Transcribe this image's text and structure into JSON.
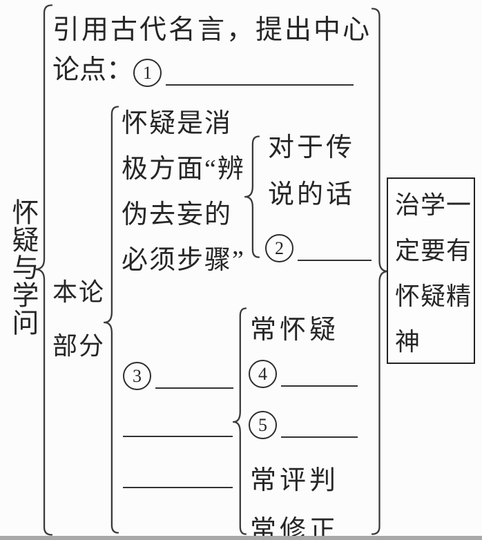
{
  "colors": {
    "paper": "#fcfcfc",
    "ink": "#262626",
    "line": "#3a3a3a",
    "scan_edge": "#a8a8a8"
  },
  "root_label": "怀疑与学问",
  "intro": {
    "line1": "引用古代名言，提出中心",
    "line2_prefix": "论点：",
    "num": "1"
  },
  "body": {
    "label": "本论\n部分",
    "negative": {
      "parent": "怀疑是消\n极方面“辨\n伪去妄的\n必须步骤”",
      "child_lines": "对于传\n说的话",
      "child_num": "2"
    },
    "positive": {
      "parent_num": "3",
      "child_row1": "常怀疑",
      "child_row2_num": "4",
      "child_row3_num": "5",
      "child_row4": "常评判",
      "child_row5": "常修正"
    }
  },
  "conclusion": "治学一\n定要有\n怀疑精\n神"
}
